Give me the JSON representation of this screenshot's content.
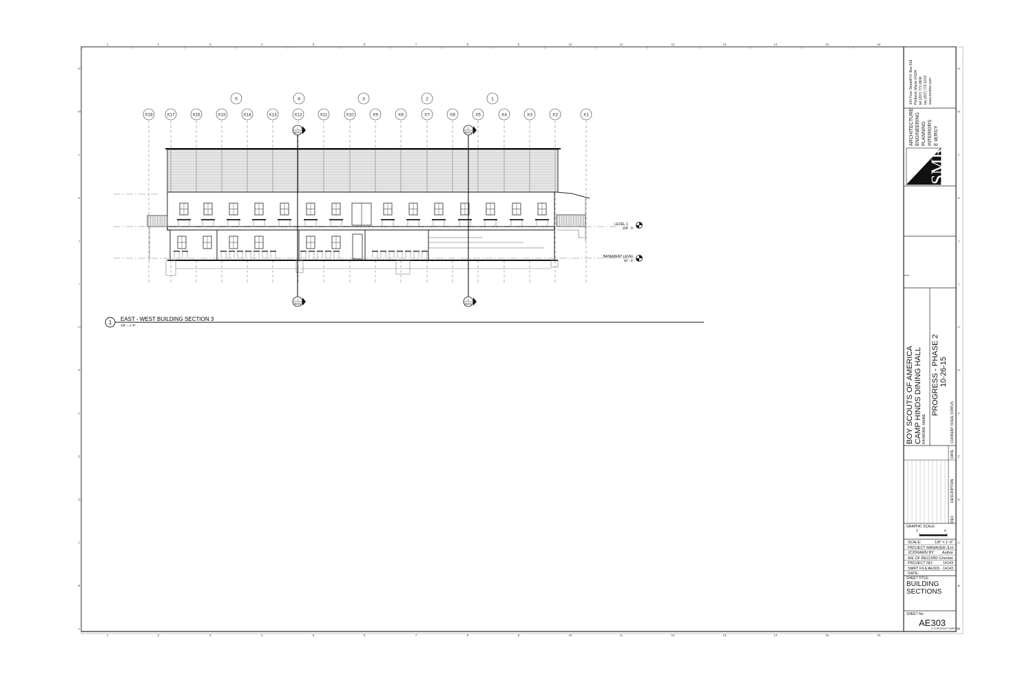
{
  "drawing": {
    "column_bubbles_top": [
      "5",
      "4",
      "3",
      "2",
      "1"
    ],
    "column_bubbles_grid": [
      "X18",
      "X17",
      "X16",
      "X15",
      "X14",
      "X13",
      "X12",
      "X11",
      "X10",
      "X9",
      "X8",
      "X7",
      "X6",
      "X5",
      "X4",
      "X3",
      "X2",
      "X1"
    ],
    "section_markers": [
      {
        "number": "1",
        "sheet": "AE301"
      },
      {
        "number": "2",
        "sheet": "AE301"
      }
    ],
    "level_1": {
      "name": "LEVEL 1",
      "elevation": "100' - 0\""
    },
    "basement_level": {
      "name": "BASEMENT LEVEL",
      "elevation": "90' - 0\""
    },
    "view_title": {
      "number": "1",
      "title": "EAST - WEST BUILDING SECTION 3",
      "scale": "1/8\" = 1'-0\""
    }
  },
  "border": {
    "columns": [
      "1",
      "2",
      "3",
      "4",
      "5",
      "6",
      "7",
      "8",
      "9",
      "10",
      "11",
      "12",
      "13",
      "14",
      "15",
      "16"
    ],
    "rows": [
      "N",
      "M",
      "L",
      "K",
      "J",
      "I",
      "H",
      "G",
      "F",
      "E",
      "D",
      "C",
      "B",
      "A"
    ]
  },
  "title_block": {
    "firm_address": [
      "144 Fore Street/P.O. Box 618",
      "Portland, Maine 04104",
      "tel (207) 772-3846",
      "fax (207) 772-1070",
      "www.smrtinc.com"
    ],
    "firm_services": [
      "ARCHITECTURE",
      "ENGINEERING",
      "PLANNING",
      "INTERIORS",
      "ENERGY"
    ],
    "logo": "SMRT",
    "project_client": "BOY SCOUTS OF AMERICA",
    "project_name": "CAMP HINDS DINING HALL",
    "project_location": "RAYMOND, MAINE",
    "issue_status": "PROGRESS - PHASE 2",
    "issue_date": "10-26-15",
    "issue_status_label": "CURRENT ISSUE STATUS",
    "revision_headers": {
      "rev": "REV",
      "description": "DESCRIPTION",
      "date": "DATE"
    },
    "graphic_scale_label": "GRAPHIC SCALE:",
    "graphic_scale_marks": [
      "0'",
      "8'"
    ],
    "info_rows": [
      {
        "label": "SCALE:",
        "value": "1/8\" = 1'-0\""
      },
      {
        "label": "PROJECT MANAGER:",
        "value": "JLH"
      },
      {
        "label": "JC/DRAWN BY:",
        "value": "Author"
      },
      {
        "label": "A/E OF RECORD:",
        "value": "Checker"
      },
      {
        "label": "PROJECT NO:",
        "value": "14143"
      },
      {
        "label": "SMRT FILE:",
        "value": "AE303 - 14143"
      },
      {
        "label": "DATE:",
        "value": ""
      }
    ],
    "sheet_title_label": "SHEET TITLE:",
    "sheet_title_line1": "BUILDING",
    "sheet_title_line2": "SECTIONS",
    "sheet_no_label": "SHEET No.",
    "sheet_no": "AE303",
    "copyright": "© COPYRIGHT SMRT INC"
  }
}
